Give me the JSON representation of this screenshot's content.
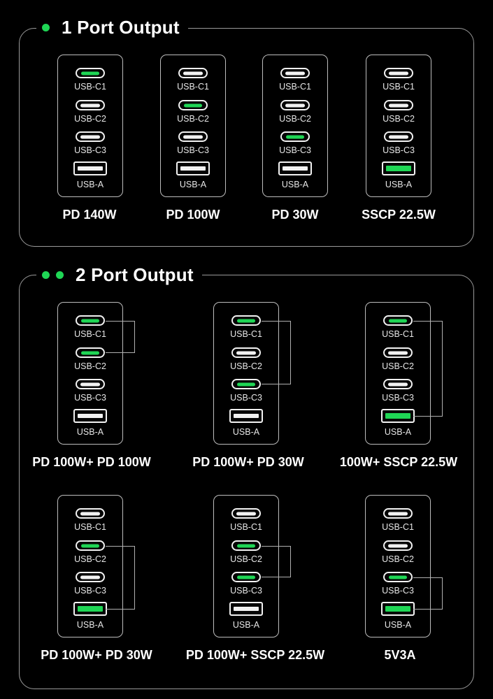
{
  "sections": {
    "one_port": {
      "title": "1 Port Output",
      "dots": 1,
      "configs": [
        {
          "caption": "PD 140W",
          "active": [
            "c1"
          ]
        },
        {
          "caption": "PD 100W",
          "active": [
            "c2"
          ]
        },
        {
          "caption": "PD 30W",
          "active": [
            "c3"
          ]
        },
        {
          "caption": "SSCP 22.5W",
          "active": [
            "a"
          ]
        }
      ]
    },
    "two_port": {
      "title": "2 Port Output",
      "dots": 2,
      "configs": [
        {
          "caption": "PD 100W+ PD 100W",
          "active": [
            "c1",
            "c2"
          ]
        },
        {
          "caption": "PD 100W+ PD 30W",
          "active": [
            "c1",
            "c3"
          ]
        },
        {
          "caption": "100W+ SSCP 22.5W",
          "active": [
            "c1",
            "a"
          ]
        },
        {
          "caption": "PD 100W+ PD 30W",
          "active": [
            "c2",
            "a"
          ]
        },
        {
          "caption": "PD 100W+ SSCP 22.5W",
          "active": [
            "c2",
            "c3"
          ]
        },
        {
          "caption": "5V3A",
          "active": [
            "c3",
            "a"
          ]
        }
      ]
    }
  },
  "port_labels": {
    "c1": "USB-C1",
    "c2": "USB-C2",
    "c3": "USB-C3",
    "a": "USB-A"
  },
  "colors": {
    "active": "#1fd655",
    "port": "#f2f2f2",
    "background": "#000000"
  }
}
